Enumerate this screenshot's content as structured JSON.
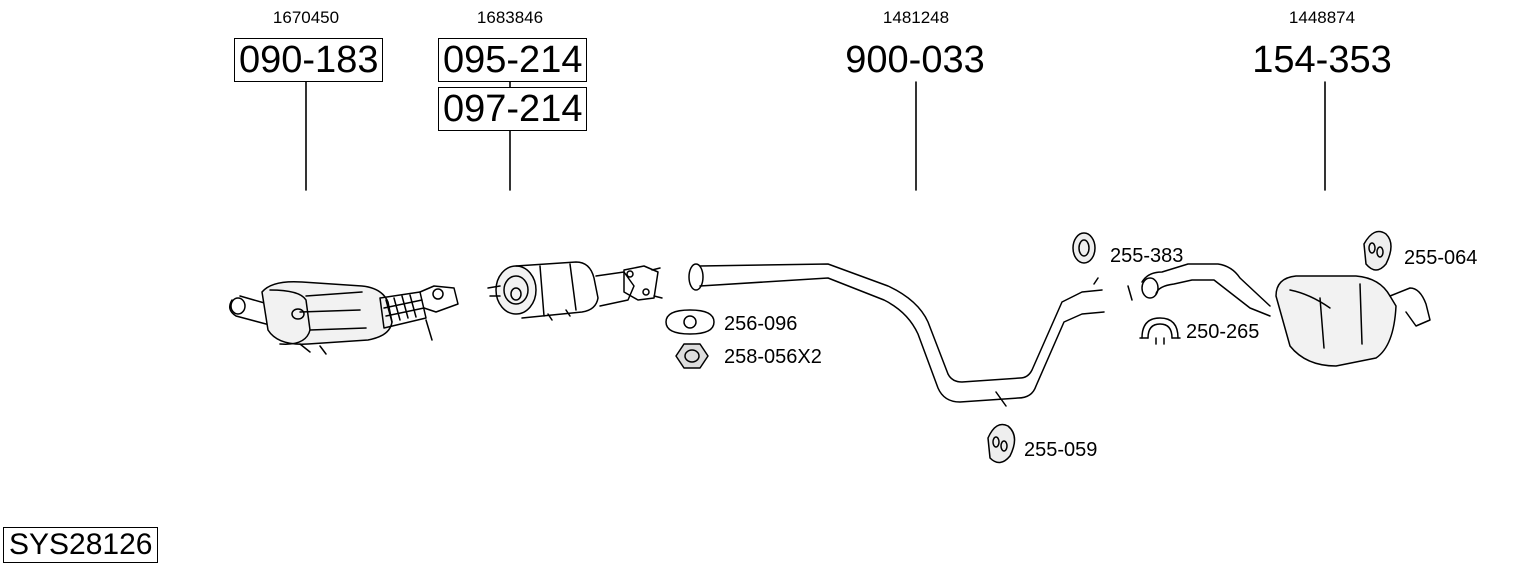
{
  "system_code": "SYS28126",
  "main_parts": [
    {
      "id": "catalyst",
      "oem": "1670450",
      "numbers": [
        "090-183"
      ],
      "boxed": true
    },
    {
      "id": "particulate-filter",
      "oem": "1683846",
      "numbers": [
        "095-214",
        "097-214"
      ],
      "boxed": true
    },
    {
      "id": "middle-pipe",
      "oem": "1481248",
      "numbers": [
        "900-033"
      ],
      "boxed": false
    },
    {
      "id": "rear-silencer",
      "oem": "1448874",
      "numbers": [
        "154-353"
      ],
      "boxed": false
    }
  ],
  "accessories": [
    {
      "id": "gasket",
      "label": "256-096",
      "icon": "gasket-icon"
    },
    {
      "id": "nut",
      "label": "258-056X2",
      "icon": "hex-nut-icon"
    },
    {
      "id": "hanger-a",
      "label": "255-383",
      "icon": "rubber-ring-icon"
    },
    {
      "id": "clamp",
      "label": "250-265",
      "icon": "clamp-icon"
    },
    {
      "id": "hanger-b",
      "label": "255-064",
      "icon": "rubber-hanger-icon"
    },
    {
      "id": "hanger-c",
      "label": "255-059",
      "icon": "rubber-hanger-icon"
    }
  ]
}
